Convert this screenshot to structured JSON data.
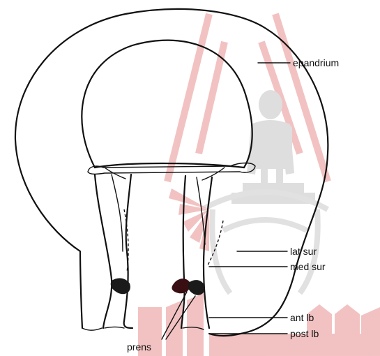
{
  "diagram": {
    "labels": {
      "epandrium": "epandrium",
      "lat_sur": "lat sur",
      "med_sur": "med sur",
      "ant_lb": "ant lb",
      "post_lb": "post lb",
      "prens": "prens"
    }
  },
  "watermark": {
    "description": "university seal watermark",
    "colors": {
      "red": "#f0b8b8",
      "grey": "#d9d9d9"
    }
  },
  "colors": {
    "ink": "#111111",
    "background": "#ffffff"
  }
}
